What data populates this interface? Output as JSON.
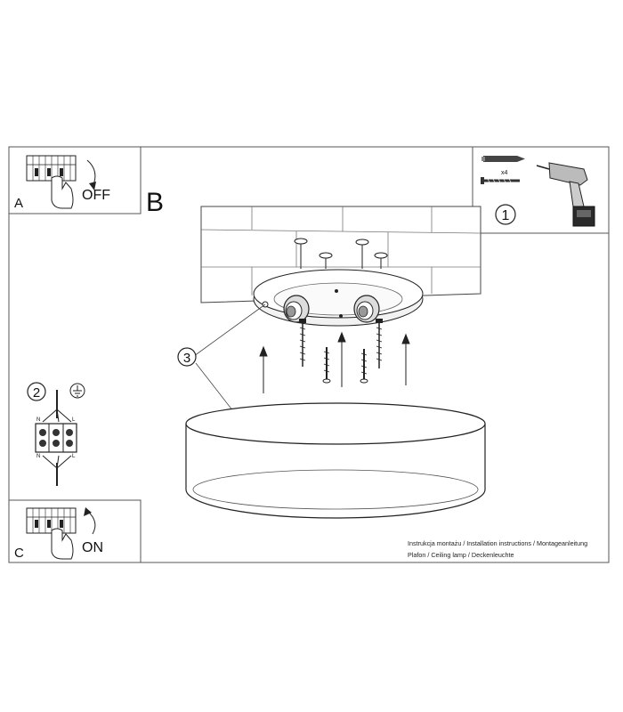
{
  "panels": {
    "a": {
      "letter": "A",
      "state": "OFF"
    },
    "b": {
      "letter": "B"
    },
    "c": {
      "letter": "C",
      "state": "ON"
    }
  },
  "steps": {
    "anchors": "1",
    "wiring": "2",
    "mount": "3"
  },
  "anchors_count": "x4",
  "wiring_labels": {
    "left_top": "N",
    "left_bottom": "N",
    "right_top": "L",
    "right_bottom": "L"
  },
  "captions": {
    "line1": "Instrukcja montażu / Installation instructions / Montageanleitung",
    "line2": "Plafon / Ceiling lamp / Deckenleuchte"
  }
}
